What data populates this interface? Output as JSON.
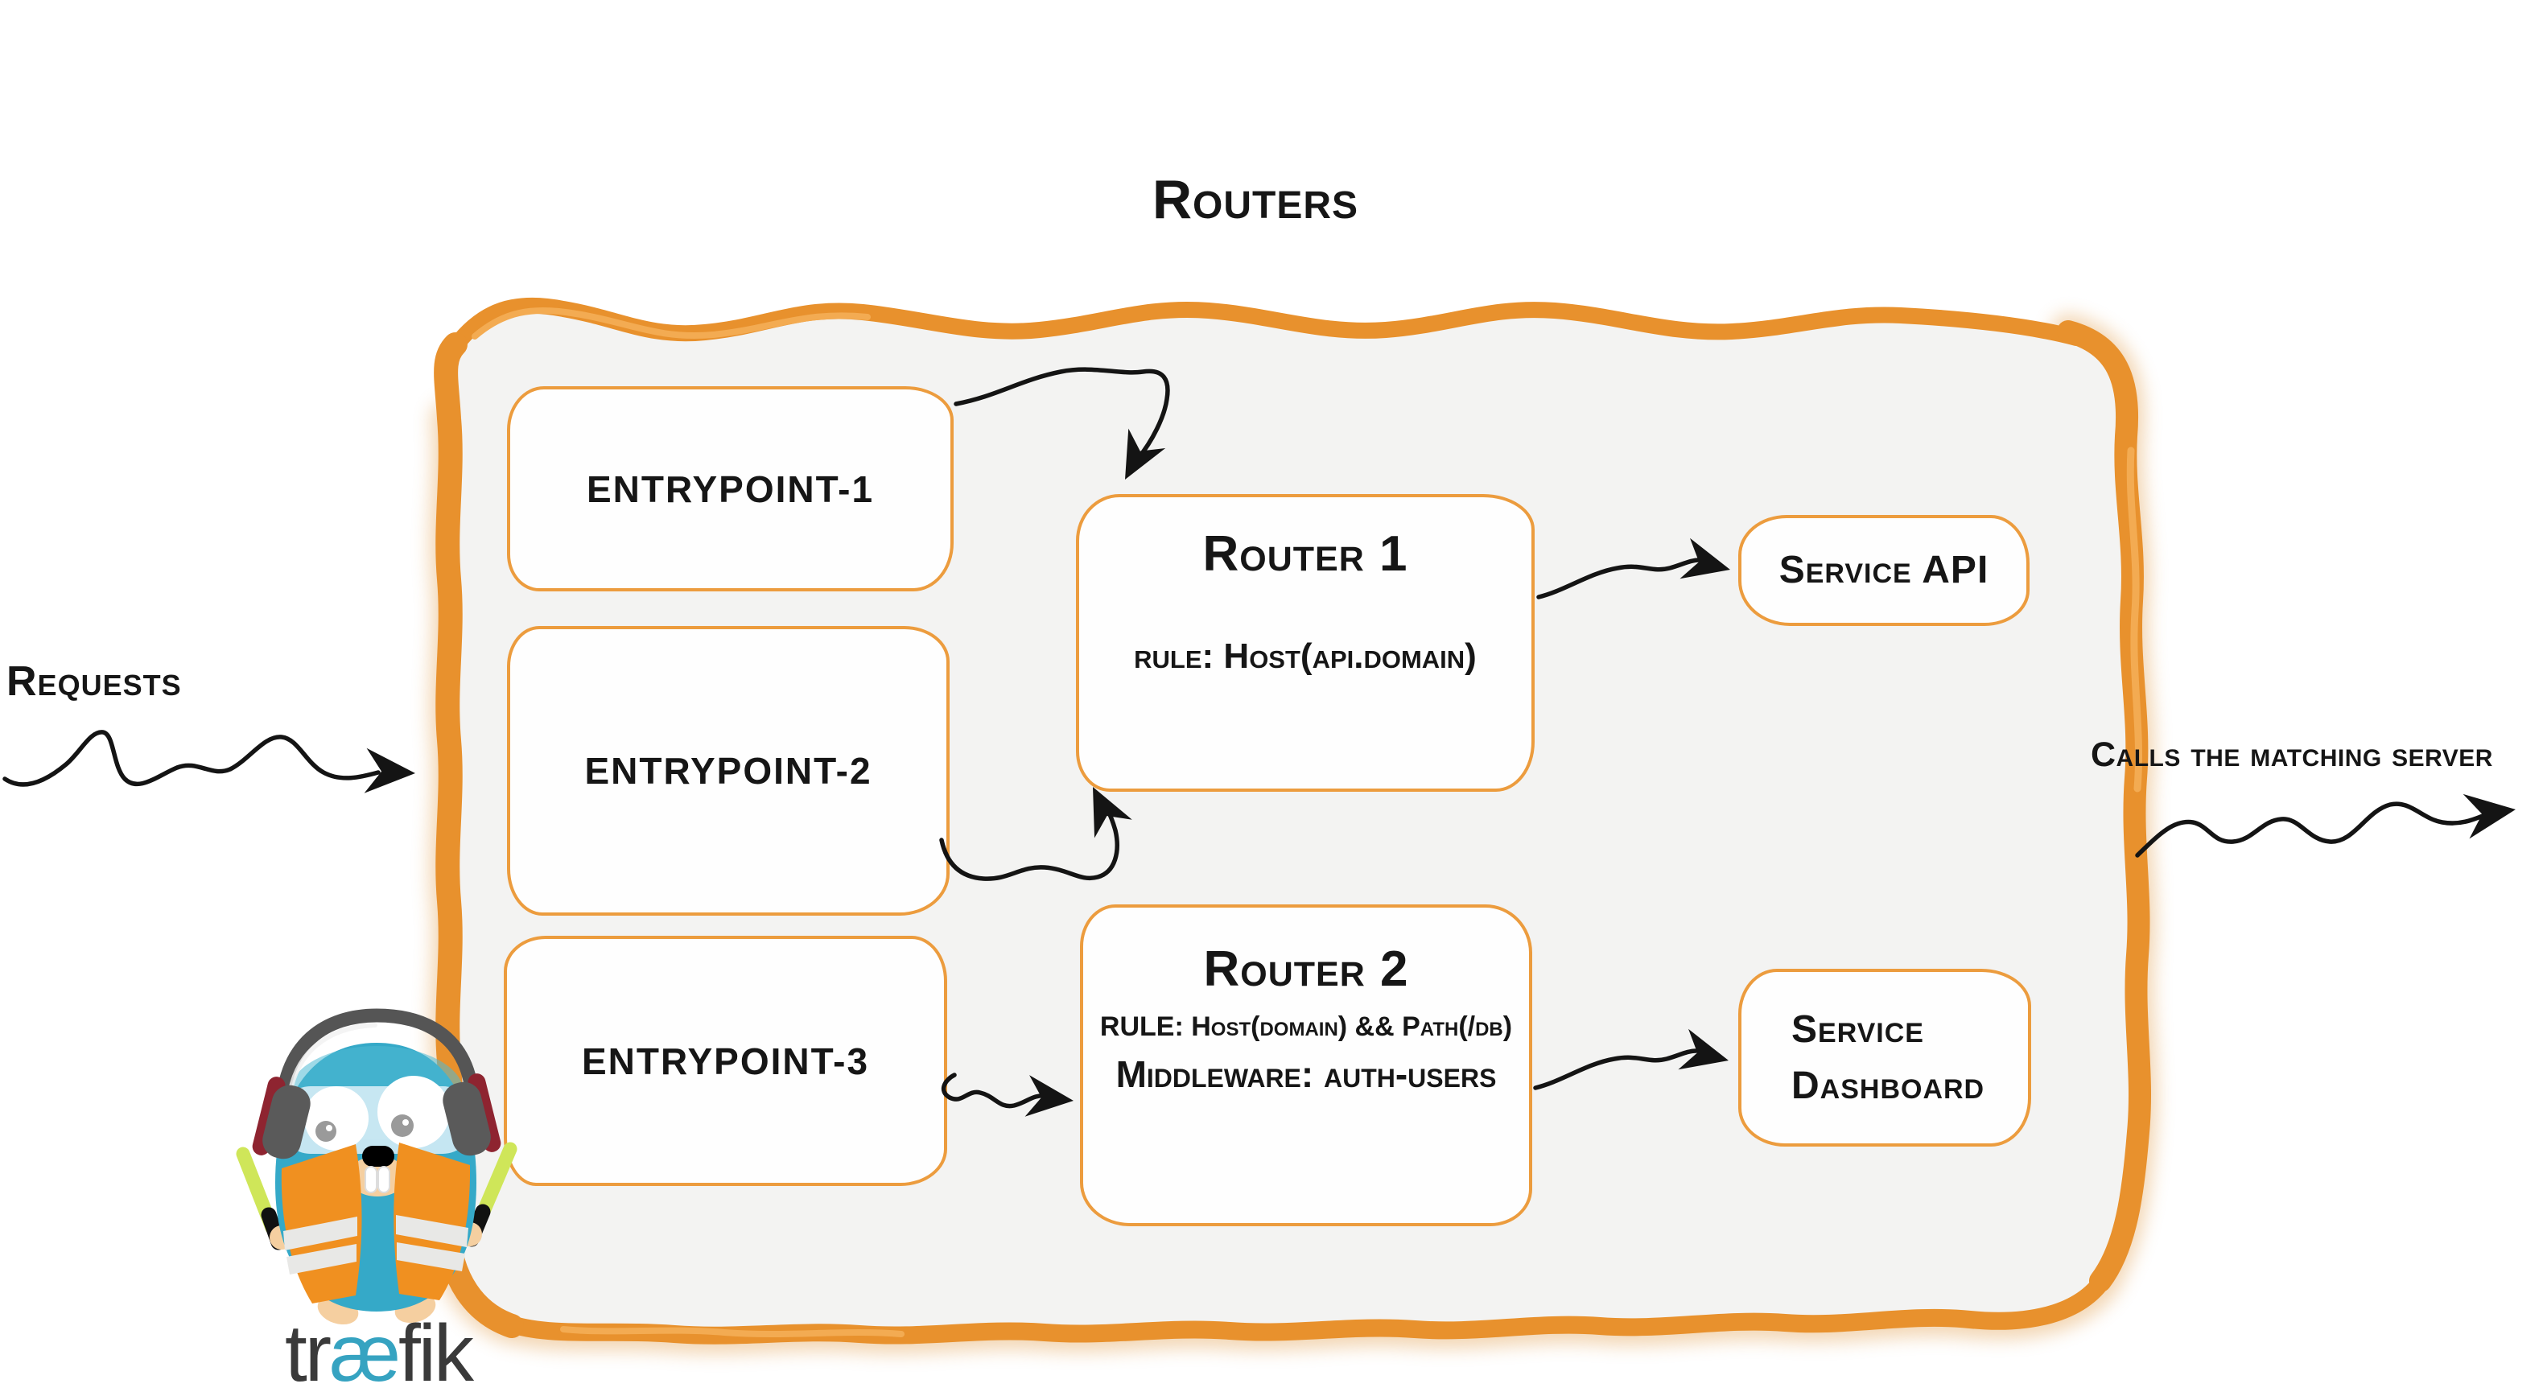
{
  "diagram": {
    "title": "Routers",
    "requests_label": "Requests",
    "calls_label": "Calls the matching server",
    "entrypoints": [
      {
        "label": "entrypoint-1"
      },
      {
        "label": "entrypoint-2"
      },
      {
        "label": "entrypoint-3"
      }
    ],
    "routers": [
      {
        "name": "Router 1",
        "rule": "rule: Host(api.domain)"
      },
      {
        "name": "Router 2",
        "rule": "RULE: Host(domain) && Path(/db)",
        "middleware": "Middleware: auth-users"
      }
    ],
    "services": [
      {
        "name": "Service API"
      },
      {
        "line1": "Service",
        "line2": "Dashboard"
      }
    ],
    "logo": {
      "part1": "tr",
      "part2": "æ",
      "part3": "fik"
    },
    "colors": {
      "accent_orange": "#e8912d",
      "box_border_orange": "#ec9c3e",
      "panel_fill": "#f3f3f2",
      "ink": "#161616",
      "logo_teal": "#36a3c1",
      "logo_dark": "#3a3a3a",
      "gopher_teal": "#35a9c8",
      "vest_orange": "#f09020"
    }
  }
}
